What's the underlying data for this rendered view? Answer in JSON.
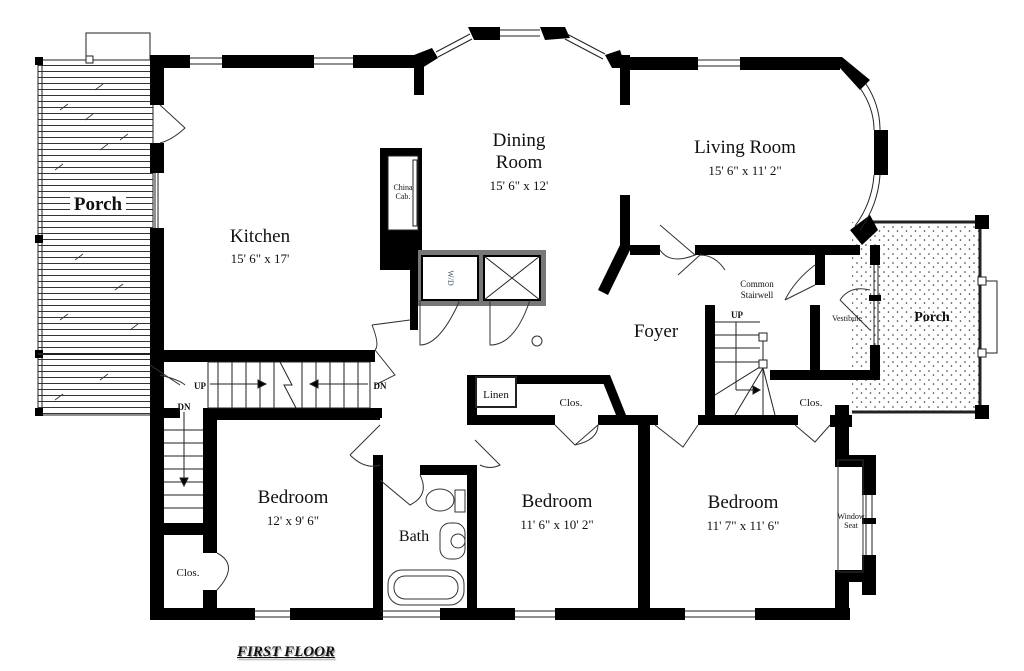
{
  "plan": {
    "title": "FIRST FLOOR",
    "rooms": {
      "kitchen": {
        "name": "Kitchen",
        "dims": "15' 6\" x 17'"
      },
      "dining": {
        "name_line1": "Dining",
        "name_line2": "Room",
        "dims": "15' 6\" x 12'"
      },
      "living": {
        "name": "Living Room",
        "dims": "15' 6\" x 11' 2\""
      },
      "porch_left": {
        "name": "Porch"
      },
      "porch_right": {
        "name": "Porch"
      },
      "foyer": {
        "name": "Foyer"
      },
      "bedroom1": {
        "name": "Bedroom",
        "dims": "12' x 9' 6\""
      },
      "bedroom2": {
        "name": "Bedroom",
        "dims": "11' 6\" x 10' 2\""
      },
      "bedroom3": {
        "name": "Bedroom",
        "dims": "11' 7\" x 11' 6\""
      },
      "bath": {
        "name": "Bath"
      },
      "linen": {
        "name": "Linen"
      },
      "closet_bed1": {
        "name": "Clos."
      },
      "closet_bed2": {
        "name": "Clos."
      },
      "closet_bed3": {
        "name": "Clos."
      },
      "stairwell": {
        "line1": "Common",
        "line2": "Stairwell"
      },
      "vestibule": {
        "name": "Vestibule"
      },
      "china": {
        "line1": "China",
        "line2": "Cab."
      },
      "window_seat": {
        "line1": "Window",
        "line2": "Seat"
      },
      "wd": {
        "name": "W/D"
      }
    },
    "stairs": {
      "up_main": "UP",
      "dn_main": "DN",
      "dn_back": "DN",
      "up_common": "UP"
    }
  }
}
